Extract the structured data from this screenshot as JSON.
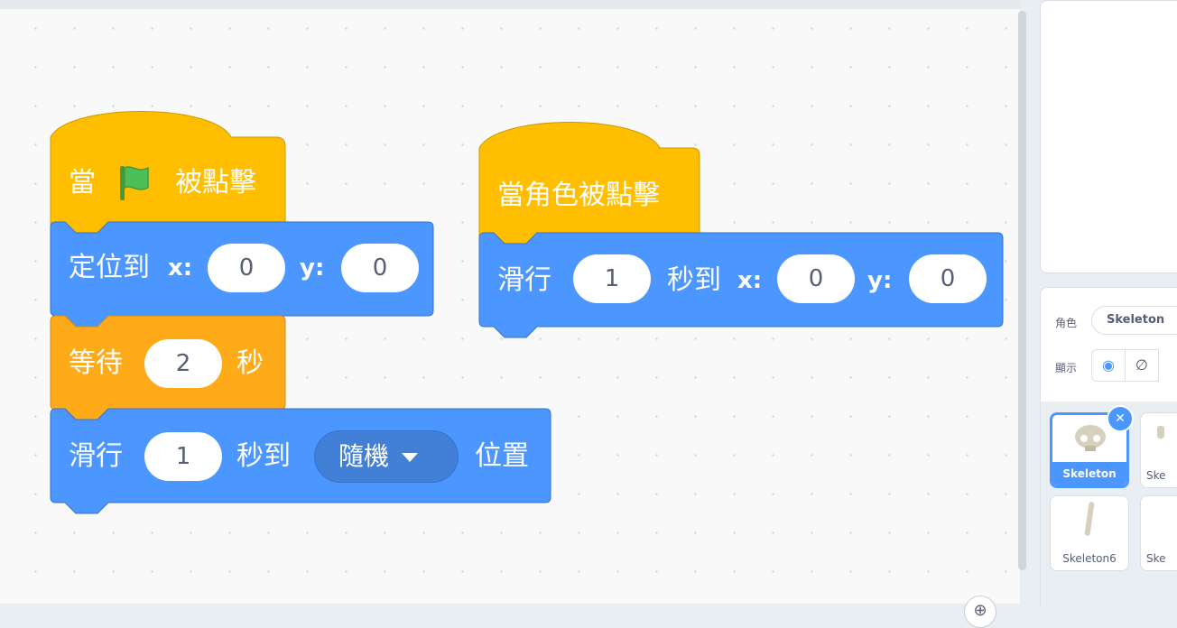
{
  "script1": {
    "hat": {
      "prefix": "當",
      "suffix": "被點擊"
    },
    "goto": {
      "label": "定位到",
      "x_label": "x:",
      "x_value": "0",
      "y_label": "y:",
      "y_value": "0"
    },
    "wait": {
      "label": "等待",
      "value": "2",
      "unit": "秒"
    },
    "glide_random": {
      "label": "滑行",
      "secs": "1",
      "to_label": "秒到",
      "target": "隨機",
      "suffix": "位置"
    }
  },
  "script2": {
    "hat": {
      "label": "當角色被點擊"
    },
    "glide_xy": {
      "label": "滑行",
      "secs": "1",
      "to_label": "秒到",
      "x_label": "x:",
      "x_value": "0",
      "y_label": "y:",
      "y_value": "0"
    }
  },
  "zoom": {
    "icon": "zoom-in-icon",
    "glyph": "⊕"
  },
  "sprite_info": {
    "sprite_label": "角色",
    "sprite_name": "Skeleton",
    "show_label": "顯示"
  },
  "sprites": [
    {
      "name": "Skeleton",
      "selected": true
    },
    {
      "name": "Ske",
      "selected": false
    },
    {
      "name": "Skeleton6",
      "selected": false
    },
    {
      "name": "Ske",
      "selected": false
    }
  ],
  "colors": {
    "events": "#ffbf00",
    "events_stroke": "#cc9900",
    "motion": "#4c97ff",
    "motion_stroke": "#3373cc",
    "control": "#ffab19",
    "control_stroke": "#cf8b17",
    "flag": "#4cbf56"
  }
}
